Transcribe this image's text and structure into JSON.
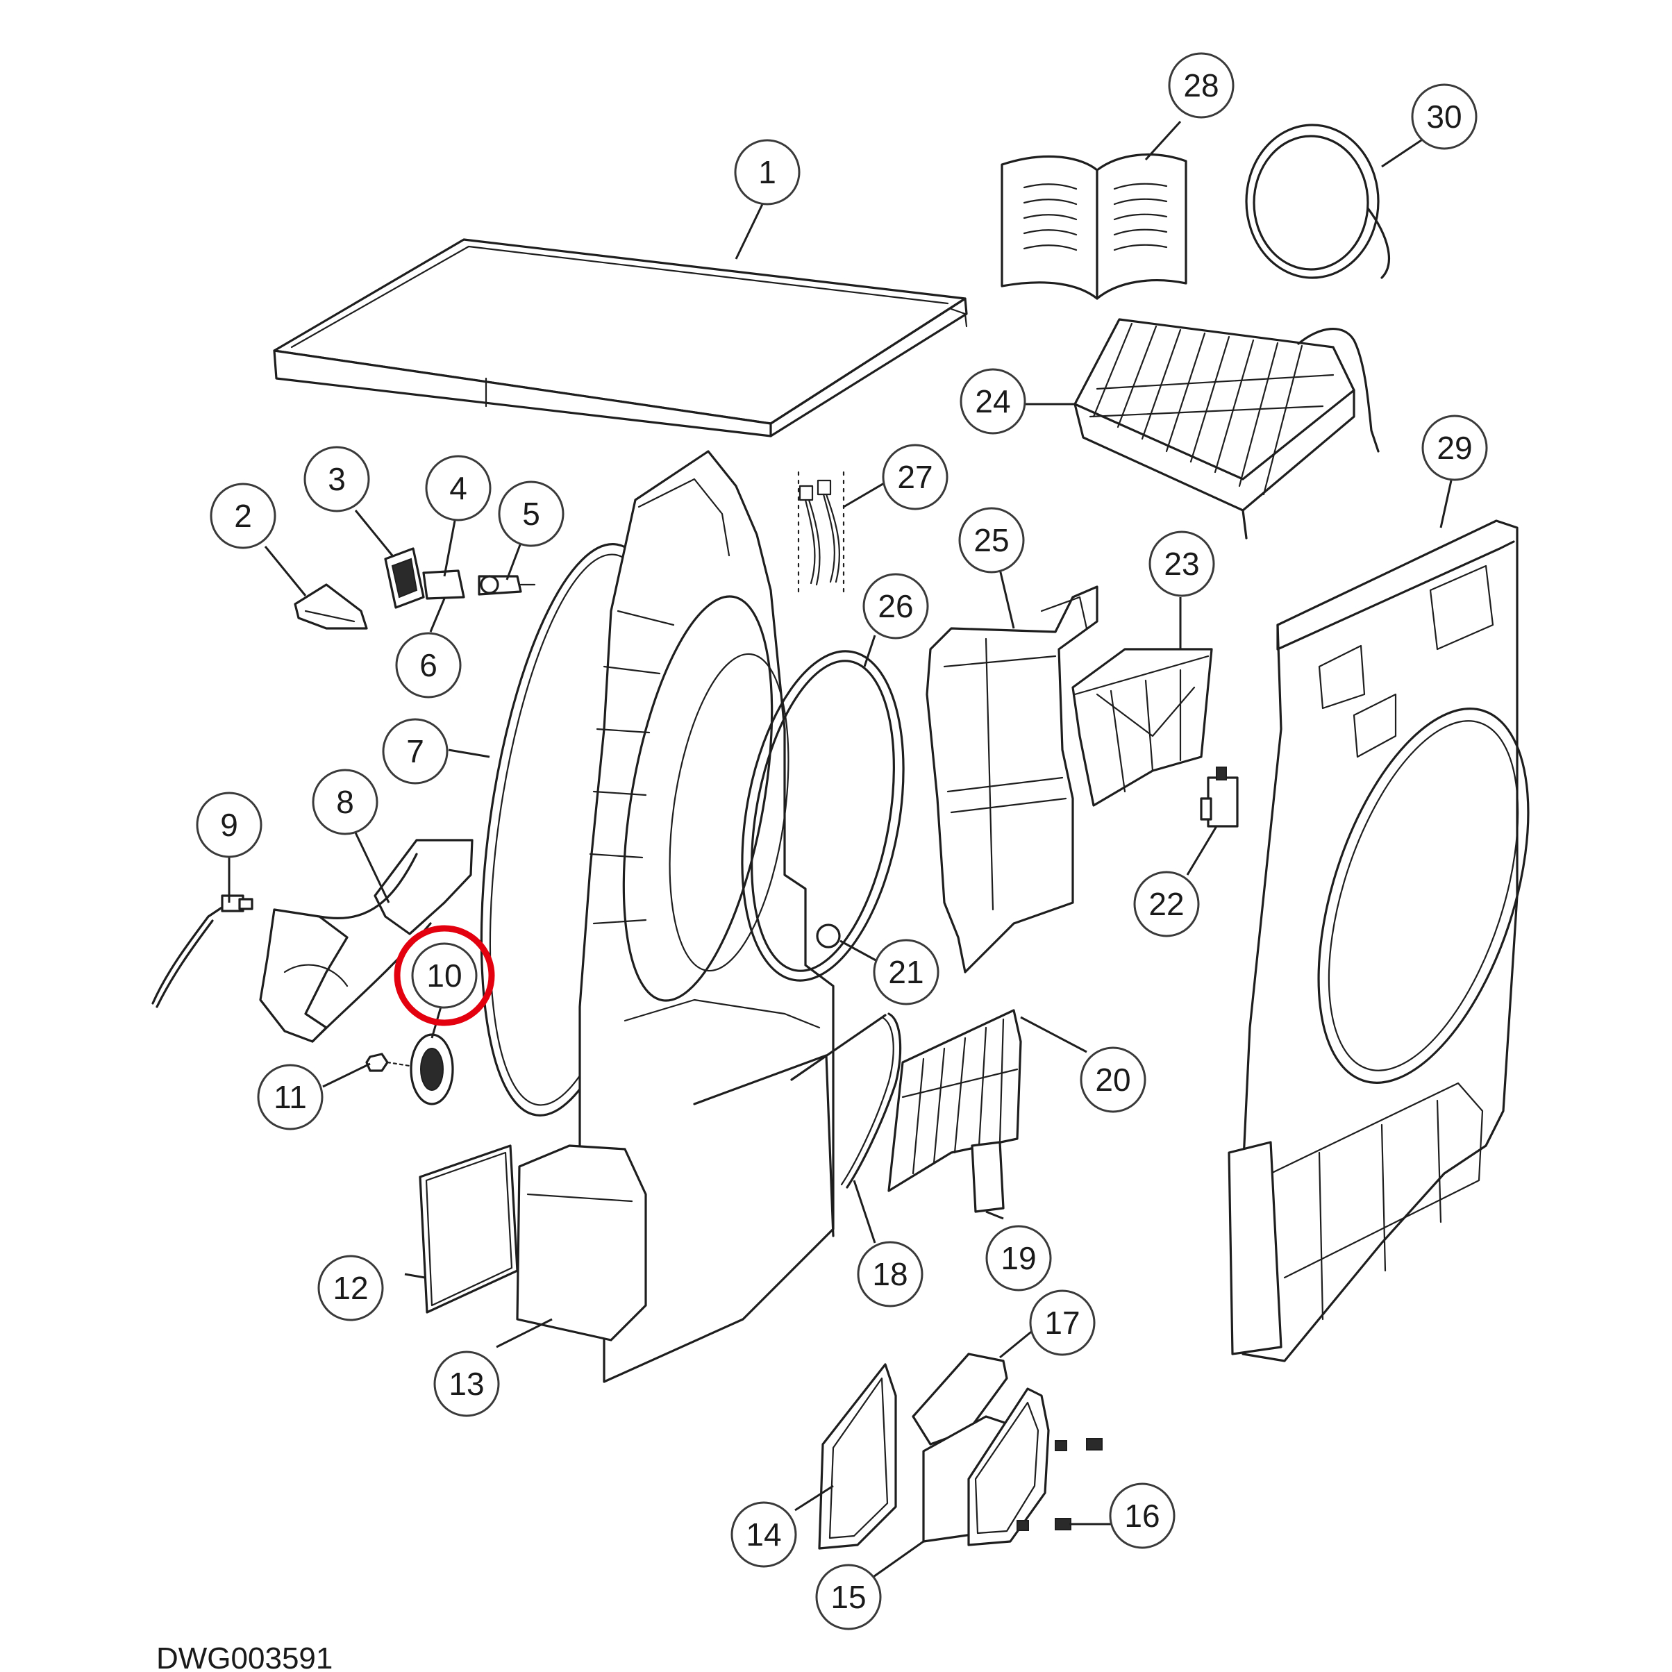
{
  "callouts": [
    {
      "label": "1"
    },
    {
      "label": "2"
    },
    {
      "label": "3"
    },
    {
      "label": "4"
    },
    {
      "label": "5"
    },
    {
      "label": "6"
    },
    {
      "label": "7"
    },
    {
      "label": "8"
    },
    {
      "label": "9"
    },
    {
      "label": "10"
    },
    {
      "label": "11"
    },
    {
      "label": "12"
    },
    {
      "label": "13"
    },
    {
      "label": "14"
    },
    {
      "label": "15"
    },
    {
      "label": "16"
    },
    {
      "label": "17"
    },
    {
      "label": "18"
    },
    {
      "label": "19"
    },
    {
      "label": "20"
    },
    {
      "label": "21"
    },
    {
      "label": "22"
    },
    {
      "label": "23"
    },
    {
      "label": "24"
    },
    {
      "label": "25"
    },
    {
      "label": "26"
    },
    {
      "label": "27"
    },
    {
      "label": "28"
    },
    {
      "label": "29"
    },
    {
      "label": "30"
    }
  ],
  "highlighted_callout": "10",
  "highlight_color": "#e3000f",
  "drawing_id": "DWG003591"
}
